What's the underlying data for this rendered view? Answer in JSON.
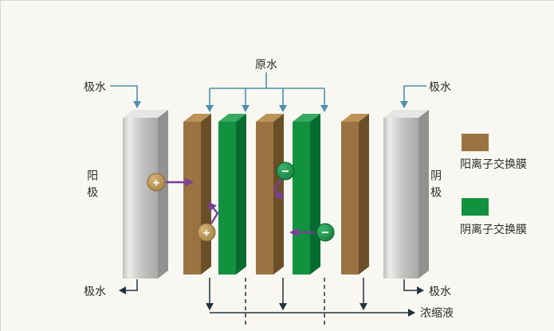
{
  "labels": {
    "raw_water": "原水",
    "polar_water": "极水",
    "anode": "阳极",
    "cathode": "阴极",
    "concentrate": "浓缩液"
  },
  "legend": {
    "cation_membrane_label": "阳离子交换膜",
    "anion_membrane_label": "阴离子交换膜"
  },
  "ions": {
    "cation_symbol": "+",
    "anion_symbol": "−"
  },
  "colors": {
    "cation_membrane": "#9b7342",
    "anion_membrane": "#12913f",
    "electrode_plate": "#c3c3c1",
    "ion_arrow": "#7b3f98",
    "feed_line": "#4e8fae",
    "outlet_line": "#24323e",
    "background": "#f8f7f1"
  }
}
